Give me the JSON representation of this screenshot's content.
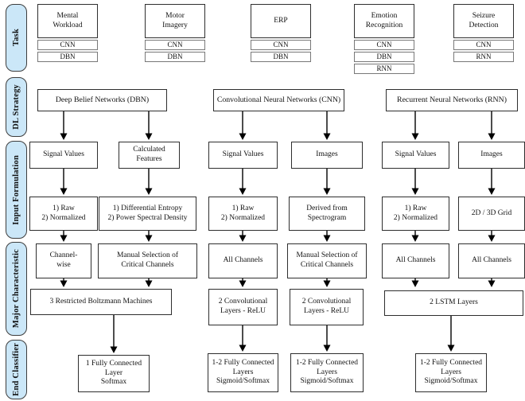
{
  "sidebar": {
    "pill_color": "#cbe7f8",
    "rows": [
      {
        "label": "Task"
      },
      {
        "label": "DL Strategy"
      },
      {
        "label": "Input Formulation"
      },
      {
        "label": "Major Characteristic"
      },
      {
        "label": "End Classifier"
      }
    ]
  },
  "tasks": [
    {
      "title": "Mental\nWorkload",
      "models": [
        "CNN",
        "DBN"
      ]
    },
    {
      "title": "Motor\nImagery",
      "models": [
        "CNN",
        "DBN"
      ]
    },
    {
      "title": "ERP",
      "models": [
        "CNN",
        "DBN"
      ]
    },
    {
      "title": "Emotion\nRecognition",
      "models": [
        "CNN",
        "DBN",
        "RNN"
      ]
    },
    {
      "title": "Seizure\nDetection",
      "models": [
        "CNN",
        "RNN"
      ]
    }
  ],
  "strategies": [
    {
      "name": "Deep Belief Networks (DBN)",
      "branches": [
        {
          "input_type": "Signal Values",
          "formulation": "1) Raw\n2) Normalized",
          "characteristic": "Channel-\nwise"
        },
        {
          "input_type": "Calculated\nFeatures",
          "formulation": "1) Differential Entropy\n2) Power Spectral Density",
          "characteristic": "Manual Selection of\nCritical Channels"
        }
      ],
      "architecture": "3 Restricted Boltzmann Machines",
      "classifier": "1 Fully Connected\nLayer\nSoftmax"
    },
    {
      "name": "Convolutional Neural Networks (CNN)",
      "branches": [
        {
          "input_type": "Signal Values",
          "formulation": "1) Raw\n2) Normalized",
          "characteristic": "All Channels",
          "architecture": "2 Convolutional\nLayers - ReLU",
          "classifier": "1-2 Fully Connected\nLayers\nSigmoid/Softmax"
        },
        {
          "input_type": "Images",
          "formulation": "Derived from\nSpectrogram",
          "characteristic": "Manual Selection of\nCritical Channels",
          "architecture": "2 Convolutional\nLayers - ReLU",
          "classifier": "1-2 Fully Connected\nLayers\nSigmoid/Softmax"
        }
      ]
    },
    {
      "name": "Recurrent Neural Networks (RNN)",
      "branches": [
        {
          "input_type": "Signal Values",
          "formulation": "1) Raw\n2) Normalized",
          "characteristic": "All Channels"
        },
        {
          "input_type": "Images",
          "formulation": "2D / 3D Grid",
          "characteristic": "All Channels"
        }
      ],
      "architecture": "2 LSTM Layers",
      "classifier": "1-2 Fully Connected\nLayers\nSigmoid/Softmax"
    }
  ]
}
